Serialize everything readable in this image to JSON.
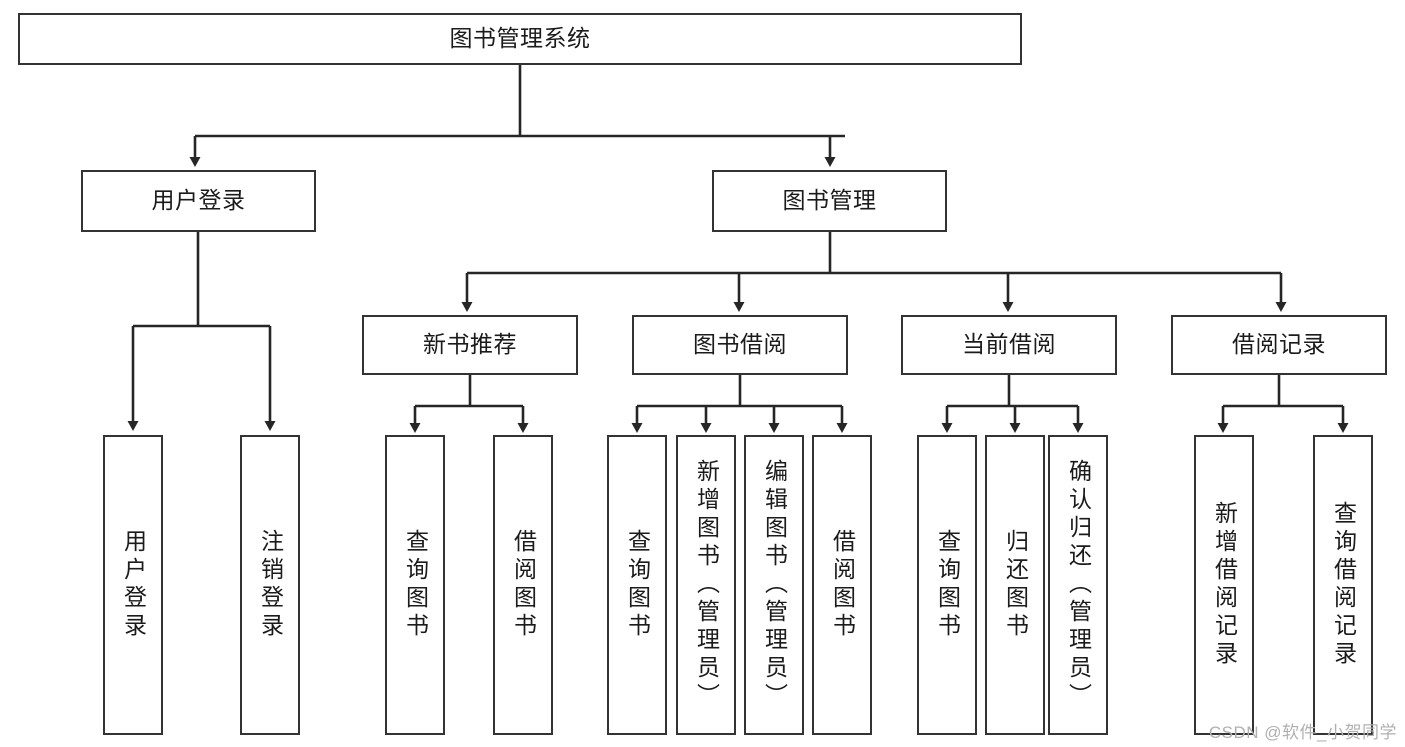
{
  "diagram": {
    "title_node": {
      "label": "图书管理系统"
    },
    "level2": [
      {
        "id": "user-login",
        "label": "用户登录"
      },
      {
        "id": "book-management",
        "label": "图书管理"
      }
    ],
    "level3": [
      {
        "id": "new-book-recommend",
        "label": "新书推荐"
      },
      {
        "id": "book-borrow",
        "label": "图书借阅"
      },
      {
        "id": "current-borrow",
        "label": "当前借阅"
      },
      {
        "id": "borrow-record",
        "label": "借阅记录"
      }
    ],
    "leaves": {
      "user_login": [
        {
          "id": "leaf-user-login",
          "label": "用户登录"
        },
        {
          "id": "leaf-logout-login",
          "label": "注销登录"
        }
      ],
      "new_book_recommend": [
        {
          "id": "leaf-query-book-1",
          "label": "查询图书"
        },
        {
          "id": "leaf-borrow-book-1",
          "label": "借阅图书"
        }
      ],
      "book_borrow": [
        {
          "id": "leaf-query-book-2",
          "label": "查询图书"
        },
        {
          "id": "leaf-add-book-admin",
          "label": "新增图书（管理员）"
        },
        {
          "id": "leaf-edit-book-admin",
          "label": "编辑图书（管理员）"
        },
        {
          "id": "leaf-borrow-book-2",
          "label": "借阅图书"
        }
      ],
      "current_borrow": [
        {
          "id": "leaf-query-book-3",
          "label": "查询图书"
        },
        {
          "id": "leaf-return-book",
          "label": "归还图书"
        },
        {
          "id": "leaf-confirm-return-admin",
          "label": "确认归还（管理员）"
        }
      ],
      "borrow_record": [
        {
          "id": "leaf-add-borrow-record",
          "label": "新增借阅记录"
        },
        {
          "id": "leaf-query-borrow-record",
          "label": "查询借阅记录"
        }
      ]
    }
  },
  "watermark": {
    "text": "CSDN @软件_小贺同学"
  },
  "colors": {
    "box_border": "#333333",
    "box_fill": "#ffffff",
    "connector": "#262626",
    "text": "#1b1b1b",
    "watermark": "#b0b0b0"
  }
}
